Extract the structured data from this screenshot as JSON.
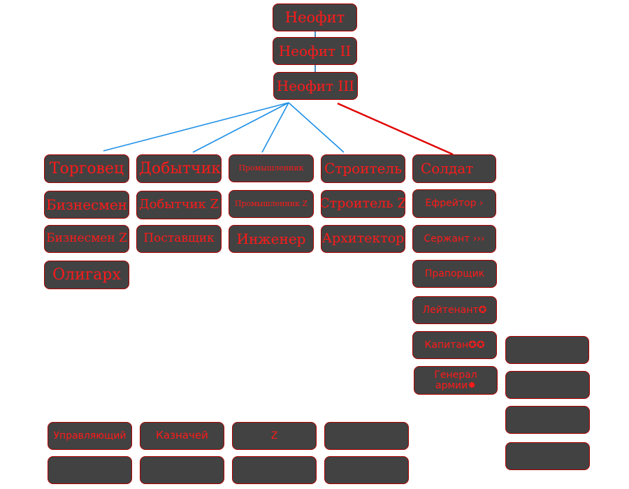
{
  "colors": {
    "node_fill": "#424242",
    "node_border": "#b00000",
    "node_text": "#ff1a1a",
    "connector_economic": "#1e90e6",
    "connector_military": "#e00000",
    "connector_trunk": "#4a8fc0"
  },
  "trunk": {
    "neophyte": "Неофит",
    "neophyte_2": "Неофит II",
    "neophyte_3": "Неофит III"
  },
  "branches": {
    "trader": {
      "title": "Торговец",
      "ranks": [
        "Бизнесмен",
        "Бизнесмен Z",
        "Олигарх"
      ]
    },
    "miner": {
      "title": "Добытчик",
      "ranks": [
        "Добытчик Z",
        "Поставщик"
      ]
    },
    "industrialist": {
      "title": "Промышленник",
      "ranks": [
        "Промышленник Z",
        "Инженер"
      ]
    },
    "builder": {
      "title": "Строитель",
      "ranks": [
        "Строитель Z",
        "Архитектор"
      ]
    },
    "soldier": {
      "title": "Солдат",
      "ranks": [
        "Ефрейтор ›",
        "Сержант ›››",
        "Прапорщик",
        "Лейтенант✪",
        "Капитан✪✪",
        "Генерал армии✸"
      ]
    }
  },
  "bottom_row": {
    "manager": "Управляющий",
    "treasurer": "Казначей",
    "z_box": "Z"
  }
}
